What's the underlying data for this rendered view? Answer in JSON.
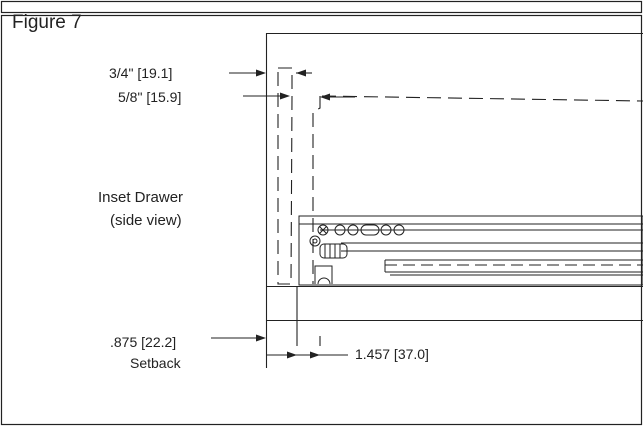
{
  "figure": {
    "title": "Figure 7",
    "caption_line1": "Inset Drawer",
    "caption_line2": "(side view)"
  },
  "dimensions": {
    "top_outer": "3/4\" [19.1]",
    "top_inner": "5/8\" [15.9]",
    "setback_value": ".875 [22.2]",
    "setback_label": "Setback",
    "bottom_right": "1.457 [37.0]"
  },
  "colors": {
    "line": "#222222",
    "background": "#ffffff"
  }
}
